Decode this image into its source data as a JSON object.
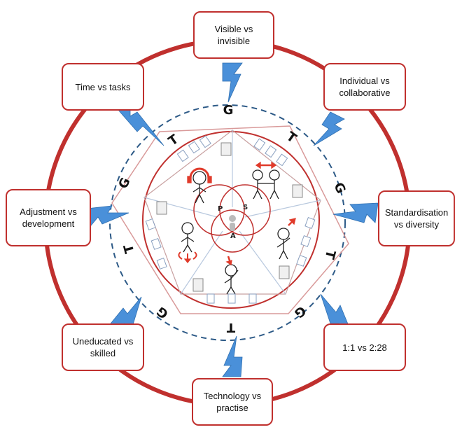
{
  "diagram": {
    "colors": {
      "outer_ring": "#c0302e",
      "box_border": "#c0302e",
      "dashed_ring": "#2d5a87",
      "lightning": "#4a90d9",
      "pentagon": "#d99a9a",
      "inner_lines": "#b8c8de",
      "arrows": "#e03a2a"
    },
    "tensions": [
      {
        "id": "visible",
        "text": "Visible vs\ninvisible"
      },
      {
        "id": "individual",
        "text": "Individual vs\ncollaborative"
      },
      {
        "id": "standardisation",
        "text": "Standardisation\nvs diversity"
      },
      {
        "id": "ratio",
        "text": "1:1 vs 2:28"
      },
      {
        "id": "technology",
        "text": "Technology vs\npractise"
      },
      {
        "id": "uneducated",
        "text": "Uneducated vs\nskilled"
      },
      {
        "id": "adjustment",
        "text": "Adjustment vs\ndevelopment"
      },
      {
        "id": "time",
        "text": "Time vs tasks"
      }
    ],
    "ring_letters": [
      "G",
      "T",
      "G",
      "T",
      "G",
      "T",
      "G",
      "T",
      "G",
      "T"
    ],
    "center_circles": [
      "P",
      "S",
      "A"
    ],
    "icons": [
      "headphones-figure-icon",
      "collaborating-figures-icon",
      "pointing-figure-icon",
      "raised-hand-figure-icon",
      "lowered-arms-figure-icon",
      "document-icon",
      "tablet-device-icon"
    ]
  }
}
